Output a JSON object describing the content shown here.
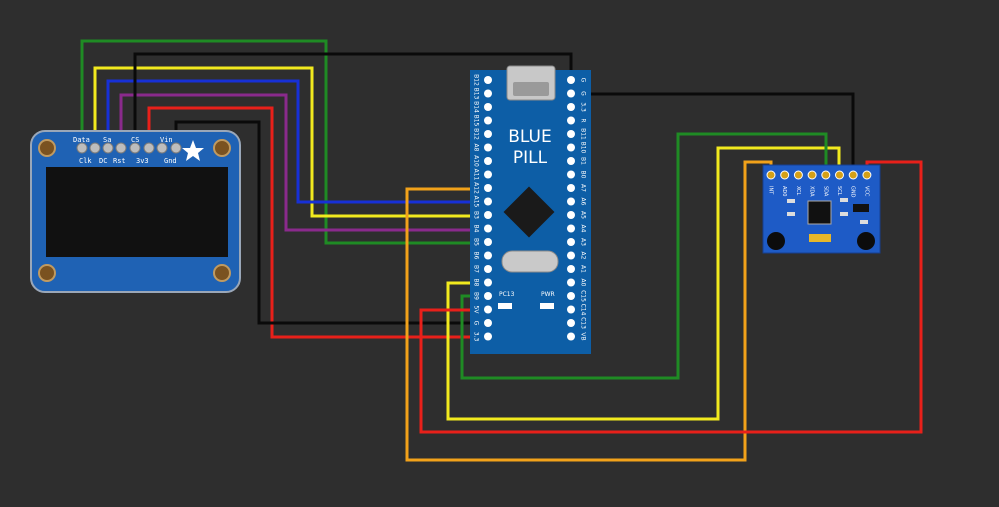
{
  "colors": {
    "background": "#2e2e2e",
    "board_blue": "#0d5ea6",
    "oled_blue": "#1f62b4",
    "mpu_blue": "#1e5bc6",
    "wire_green": "#1f8b24",
    "wire_yellow": "#f2ea1e",
    "wire_blue": "#1730d6",
    "wire_purple": "#8a2a8c",
    "wire_red": "#e8201a",
    "wire_black": "#0a0a0a",
    "wire_orange": "#f2a21a"
  },
  "oled": {
    "top_labels": [
      "Data",
      "Sa",
      "CS",
      "Vin"
    ],
    "bottom_labels": [
      "Clk",
      "DC",
      "Rst",
      "3v3",
      "Gnd"
    ]
  },
  "bluepill": {
    "title_line1": "BLUE",
    "title_line2": "PILL",
    "left_pins": [
      "B12",
      "B13",
      "B14",
      "B15",
      "B12",
      "A8",
      "A10",
      "A11",
      "A12",
      "A15",
      "B3",
      "B4",
      "B5",
      "B6",
      "B7",
      "B8",
      "B9",
      "5V",
      "G",
      "3.3"
    ],
    "right_pins": [
      "G",
      "G",
      "3.3",
      "R",
      "B11",
      "B10",
      "B1",
      "B0",
      "A7",
      "A6",
      "A5",
      "A4",
      "A3",
      "A2",
      "A1",
      "A0",
      "C15",
      "C14",
      "C13",
      "VB"
    ],
    "led_labels": [
      "PC13",
      "PWR"
    ]
  },
  "mpu": {
    "pins": [
      "INT",
      "AD0",
      "XCL",
      "XDA",
      "SDA",
      "SCL",
      "GND",
      "VCC"
    ]
  }
}
